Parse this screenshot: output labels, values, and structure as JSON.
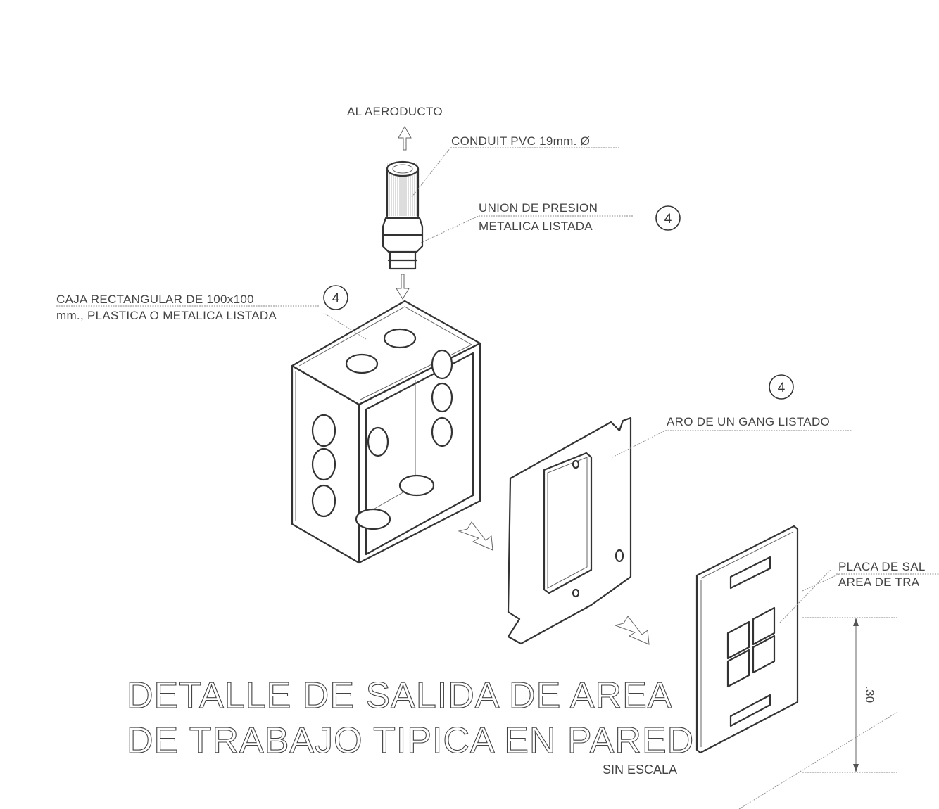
{
  "drawing": {
    "title_line1": "DETALLE DE SALIDA DE AREA",
    "title_line2": "DE TRABAJO TIPICA EN PARED",
    "scale_note": "SIN ESCALA",
    "dimension_label": ".30"
  },
  "callouts": {
    "aeroducto": "AL AERODUCTO",
    "conduit": "CONDUIT PVC 19mm. Ø",
    "union_line1": "UNION DE PRESION",
    "union_line2": "METALICA LISTADA",
    "caja_line1": "CAJA RECTANGULAR DE 100x100",
    "caja_line2": "mm., PLASTICA O METALICA LISTADA",
    "aro": "ARO DE UN GANG LISTADO",
    "placa_line1": "PLACA DE SAL",
    "placa_line2": "AREA DE TRA"
  },
  "reference_tags": [
    "4",
    "4",
    "4"
  ]
}
